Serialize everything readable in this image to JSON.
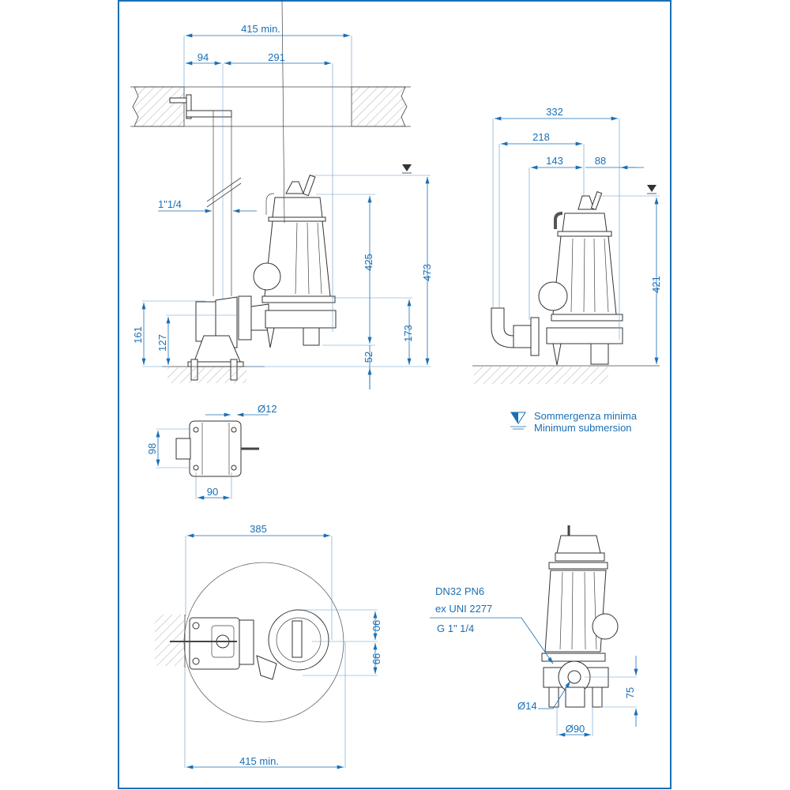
{
  "colors": {
    "dimension": "#1a6fb5",
    "frame": "#1a6fb5",
    "outline": "#333333"
  },
  "views": {
    "side_install": {
      "dims": {
        "overall_width": "415 min.",
        "bracket_offset": "94",
        "pipe_to_center": "291",
        "pipe_size": "1\"1/4",
        "pump_height": "425",
        "submersion_height": "473",
        "foot_height_161": "161",
        "foot_height_127": "127",
        "outlet_height": "173",
        "base_clearance": "52"
      }
    },
    "side_freestanding": {
      "dims": {
        "overall_width": "332",
        "width_218": "218",
        "width_143": "143",
        "width_88": "88",
        "height": "421"
      }
    },
    "foot_plan": {
      "dims": {
        "bolt_diameter": "Ø12",
        "height": "98",
        "width": "90"
      }
    },
    "top_view": {
      "dims": {
        "width": "385",
        "min_width": "415 min.",
        "upper": "90",
        "lower": "99"
      }
    },
    "front_view": {
      "labels": {
        "flange_line1": "DN32 PN6",
        "flange_line2": "ex UNI 2277",
        "thread": "G 1\" 1/4"
      },
      "dims": {
        "hole_diameter": "Ø14",
        "base_diameter": "Ø90",
        "outlet_height": "75"
      }
    }
  },
  "legend": {
    "icon": "minimum-submersion-icon",
    "line1": "Sommergenza minima",
    "line2": "Minimum submersion"
  }
}
